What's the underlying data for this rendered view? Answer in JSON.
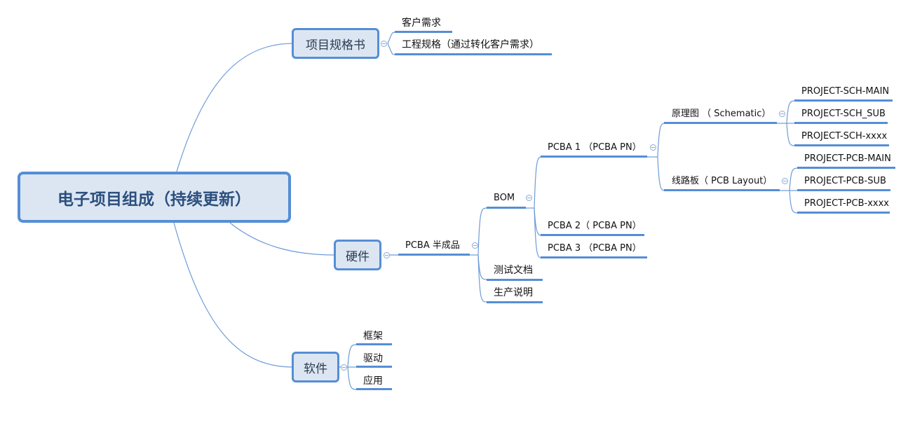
{
  "colors": {
    "accent": "#558ed5",
    "box_fill": "#dce6f2",
    "line": "#6f9bd8"
  },
  "root": {
    "label": "电子项目组成（持续更新）"
  },
  "spec": {
    "label": "项目规格书",
    "children": [
      "客户需求",
      "工程规格（通过转化客户需求）"
    ]
  },
  "hardware": {
    "label": "硬件",
    "pcba": {
      "label": "PCBA 半成品",
      "bom": {
        "label": "BOM",
        "pcba1": {
          "label": "PCBA 1 （PCBA PN）",
          "schematic": {
            "label": "原理图 （ Schematic）",
            "children": [
              "PROJECT-SCH-MAIN",
              "PROJECT-SCH_SUB",
              "PROJECT-SCH-xxxx"
            ]
          },
          "layout": {
            "label": "线路板（ PCB Layout）",
            "children": [
              "PROJECT-PCB-MAIN",
              "PROJECT-PCB-SUB",
              "PROJECT-PCB-xxxx"
            ]
          }
        },
        "pcba2": {
          "label": "PCBA 2（ PCBA PN）"
        },
        "pcba3": {
          "label": "PCBA 3 （PCBA PN）"
        }
      },
      "test_doc": "测试文档",
      "prod_doc": "生产说明"
    }
  },
  "software": {
    "label": "软件",
    "children": [
      "框架",
      "驱动",
      "应用"
    ]
  },
  "icons": {
    "collapse": "collapse-minus-icon"
  }
}
